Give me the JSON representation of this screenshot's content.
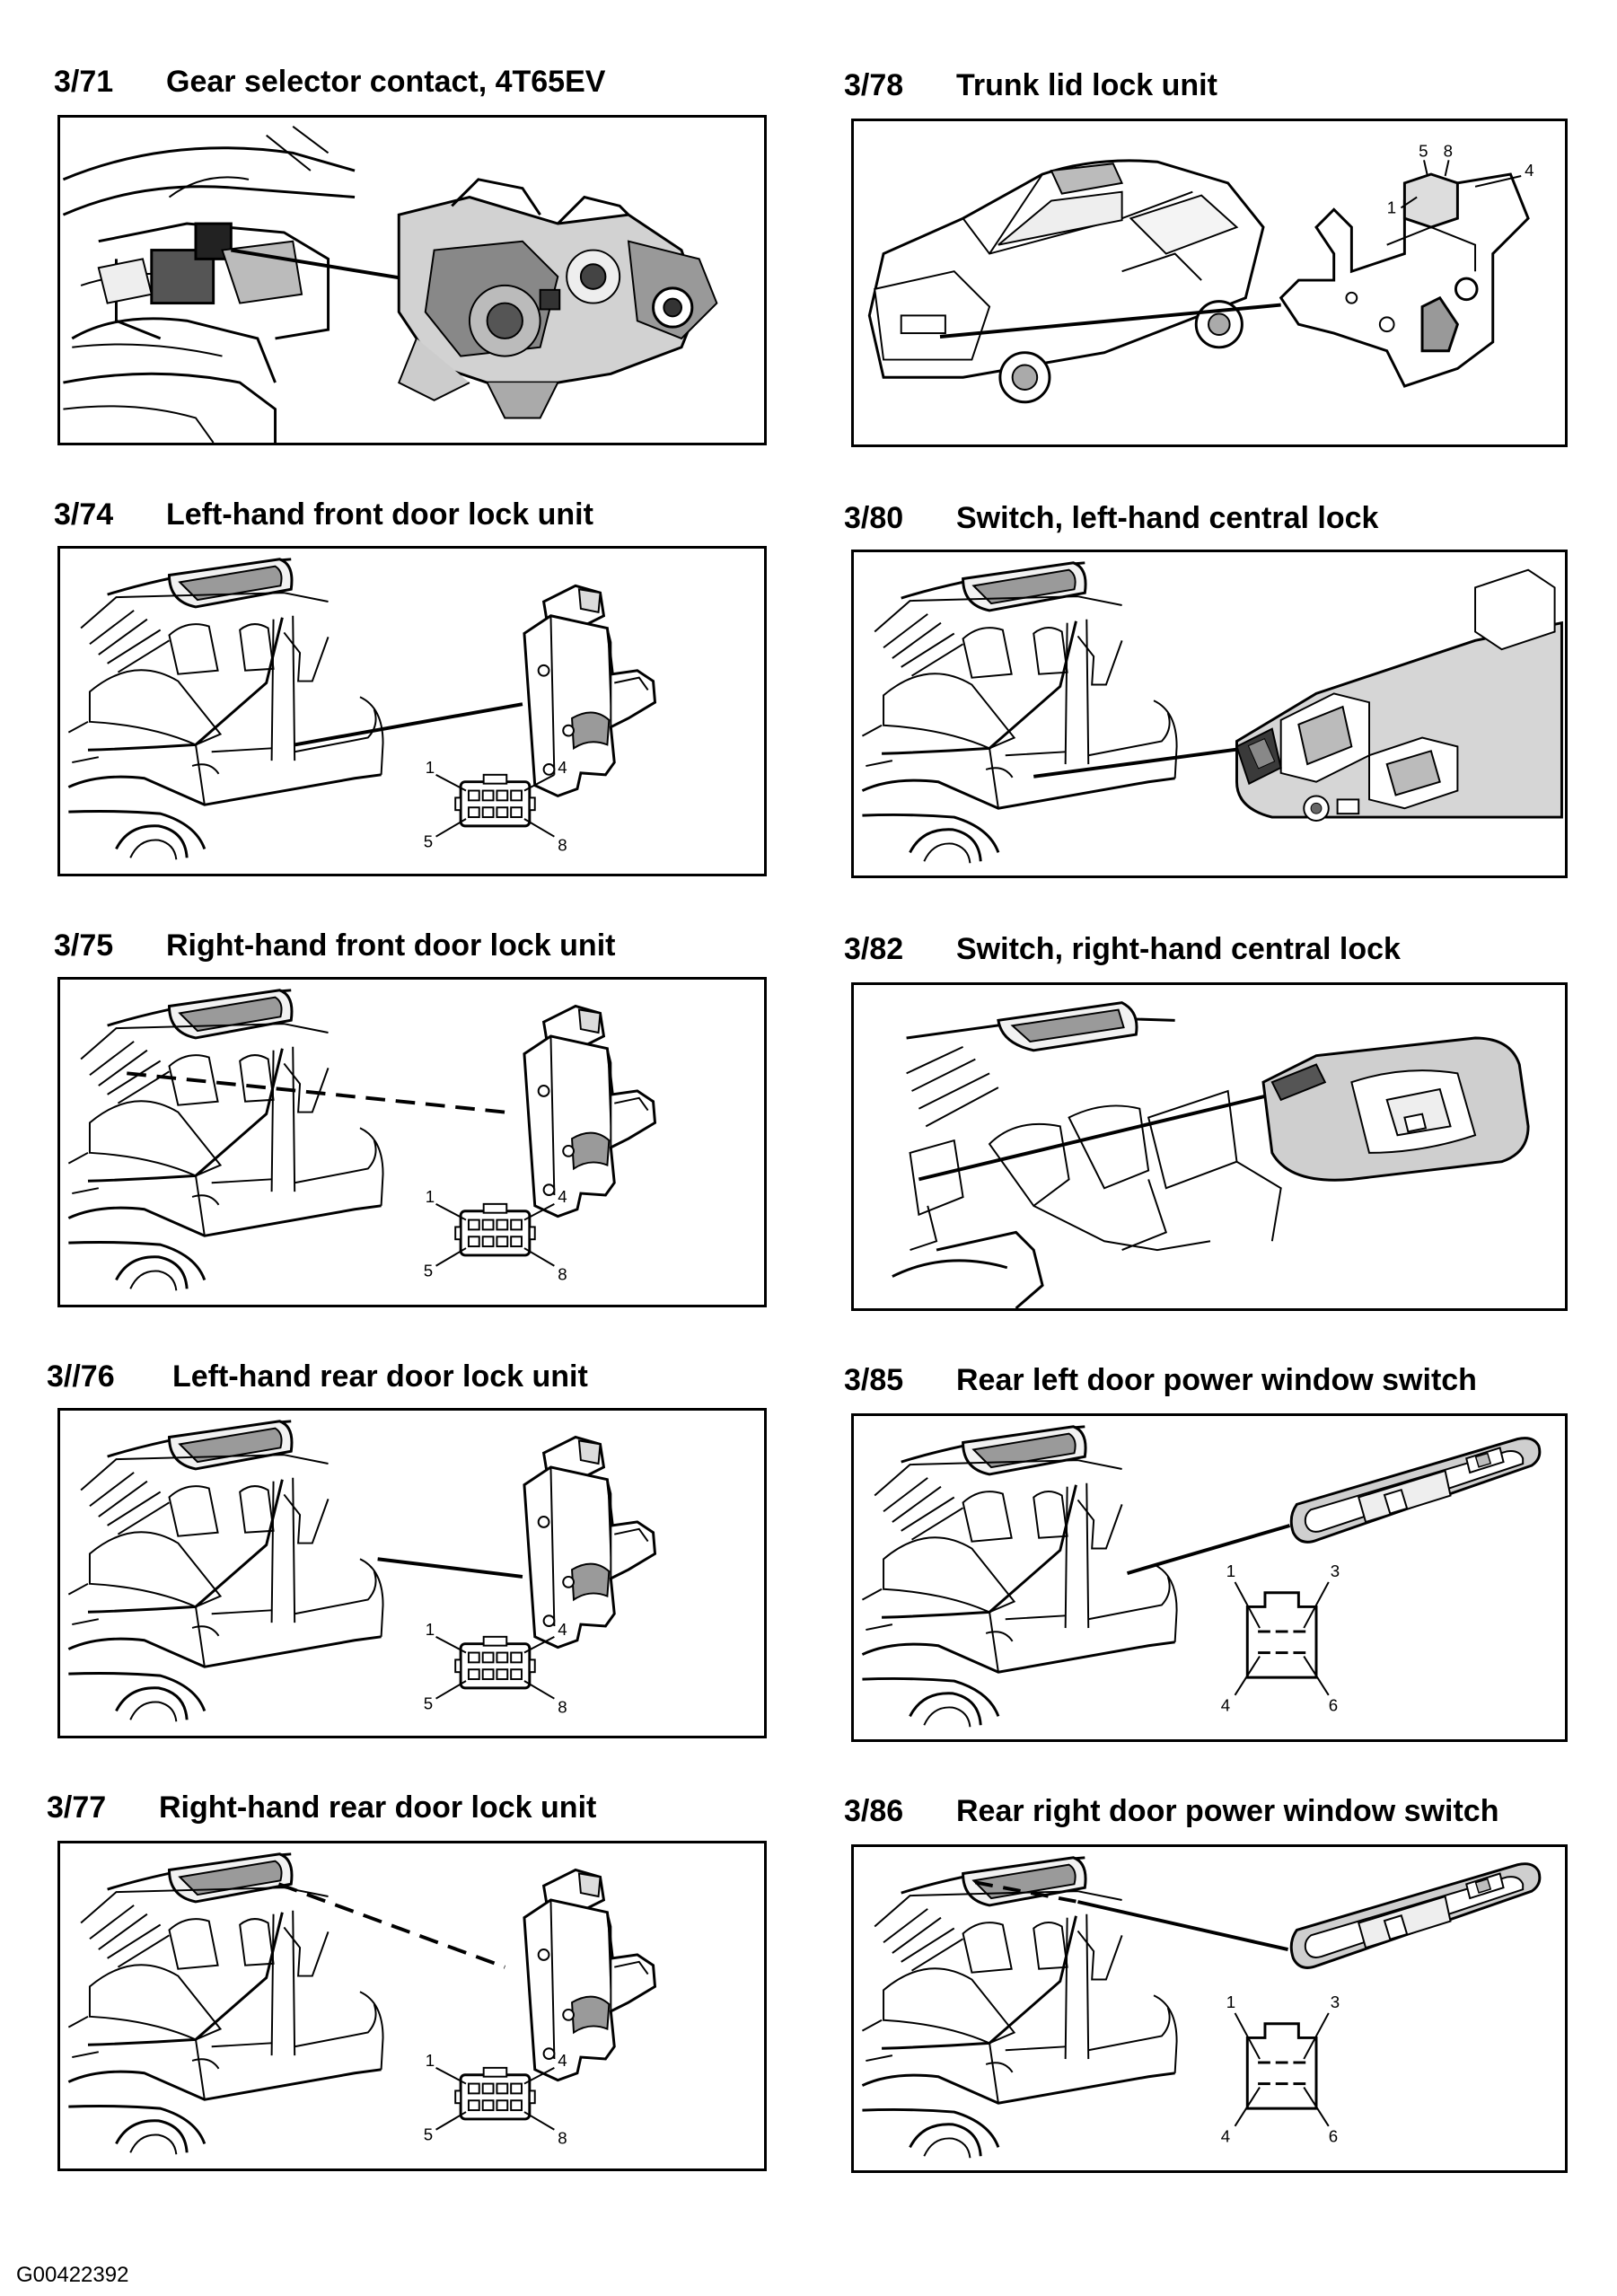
{
  "figure_id": "G00422392",
  "diagrams": [
    {
      "code": "3/71",
      "title": "Gear selector contact, 4T65EV"
    },
    {
      "code": "3/78",
      "title": "Trunk lid lock unit"
    },
    {
      "code": "3/74",
      "title": "Left-hand front door lock unit"
    },
    {
      "code": "3/80",
      "title": "Switch, left-hand central lock"
    },
    {
      "code": "3/75",
      "title": "Right-hand front door lock unit"
    },
    {
      "code": "3/82",
      "title": "Switch, right-hand central lock"
    },
    {
      "code": "3//76",
      "title": "Left-hand rear door lock unit"
    },
    {
      "code": "3/85",
      "title": "Rear left door power window switch"
    },
    {
      "code": "3/77",
      "title": "Right-hand rear door lock unit"
    },
    {
      "code": "3/86",
      "title": "Rear right door power window switch"
    }
  ],
  "pins": {
    "trunk": [
      "5",
      "8",
      "4",
      "1"
    ],
    "eight_pin": [
      "1",
      "4",
      "5",
      "8"
    ],
    "six_pin": [
      "1",
      "3",
      "4",
      "6"
    ]
  }
}
